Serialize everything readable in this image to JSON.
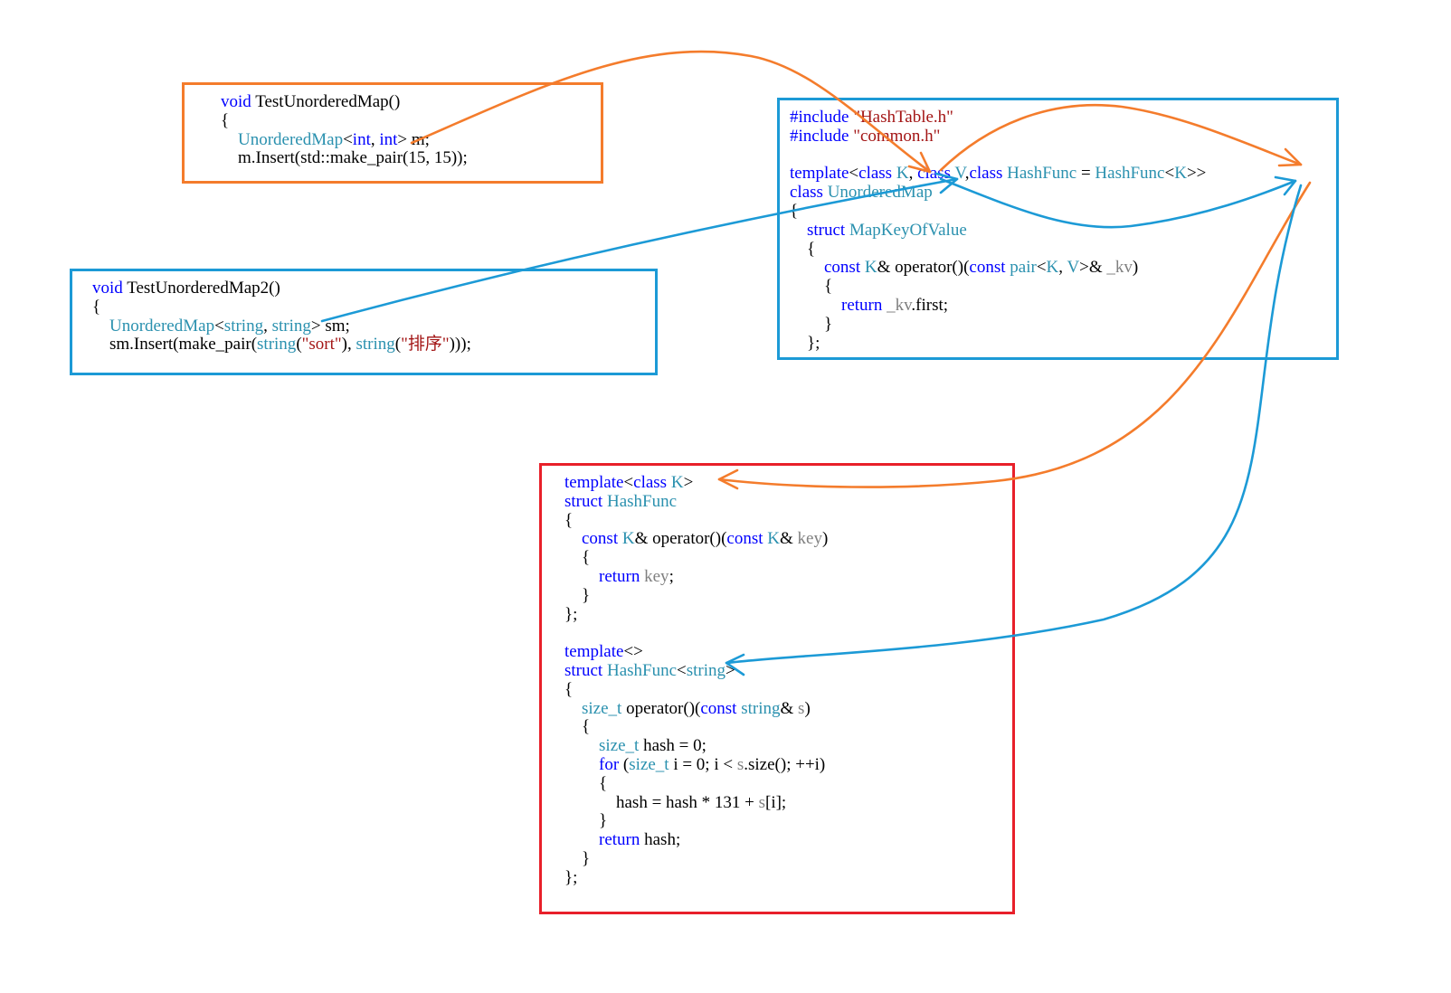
{
  "colors": {
    "orange": "#f47c2c",
    "blue": "#1c9ad6",
    "red": "#e8202a",
    "keyword": "#0000ff",
    "type": "#2b91af",
    "string": "#a31515",
    "param": "#808080",
    "text": "#000000"
  },
  "boxes": [
    {
      "id": "test-unordered-map",
      "border": "orange",
      "lines": [
        [
          {
            "t": "void",
            "c": "kw"
          },
          {
            "t": " TestUnorderedMap()",
            "c": "pu"
          }
        ],
        [
          {
            "t": "{",
            "c": "pu"
          }
        ],
        [
          {
            "t": "    ",
            "c": "pu"
          },
          {
            "t": "UnorderedMap",
            "c": "ty"
          },
          {
            "t": "<",
            "c": "pu"
          },
          {
            "t": "int",
            "c": "kw"
          },
          {
            "t": ", ",
            "c": "pu"
          },
          {
            "t": "int",
            "c": "kw"
          },
          {
            "t": "> m;",
            "c": "pu"
          }
        ],
        [
          {
            "t": "    m.Insert(std::make_pair(15, 15));",
            "c": "pu"
          }
        ]
      ]
    },
    {
      "id": "test-unordered-map2",
      "border": "blue",
      "lines": [
        [
          {
            "t": "void",
            "c": "kw"
          },
          {
            "t": " TestUnorderedMap2()",
            "c": "pu"
          }
        ],
        [
          {
            "t": "{",
            "c": "pu"
          }
        ],
        [
          {
            "t": "    ",
            "c": "pu"
          },
          {
            "t": "UnorderedMap",
            "c": "ty"
          },
          {
            "t": "<",
            "c": "pu"
          },
          {
            "t": "string",
            "c": "ty"
          },
          {
            "t": ", ",
            "c": "pu"
          },
          {
            "t": "string",
            "c": "ty"
          },
          {
            "t": "> sm;",
            "c": "pu"
          }
        ],
        [
          {
            "t": "    sm.Insert(make_pair(",
            "c": "pu"
          },
          {
            "t": "string",
            "c": "ty"
          },
          {
            "t": "(",
            "c": "pu"
          },
          {
            "t": "\"sort\"",
            "c": "st"
          },
          {
            "t": "), ",
            "c": "pu"
          },
          {
            "t": "string",
            "c": "ty"
          },
          {
            "t": "(",
            "c": "pu"
          },
          {
            "t": "\"排序\"",
            "c": "st"
          },
          {
            "t": ")));",
            "c": "pu"
          }
        ]
      ]
    },
    {
      "id": "unordered-map-class",
      "border": "blue",
      "lines": [
        [
          {
            "t": "#include",
            "c": "kw"
          },
          {
            "t": " ",
            "c": "pu"
          },
          {
            "t": "\"HashTable.h\"",
            "c": "st"
          }
        ],
        [
          {
            "t": "#include",
            "c": "kw"
          },
          {
            "t": " ",
            "c": "pu"
          },
          {
            "t": "\"common.h\"",
            "c": "st"
          }
        ],
        [
          {
            "t": "",
            "c": "pu"
          }
        ],
        [
          {
            "t": "template",
            "c": "kw"
          },
          {
            "t": "<",
            "c": "pu"
          },
          {
            "t": "class",
            "c": "kw"
          },
          {
            "t": " ",
            "c": "pu"
          },
          {
            "t": "K",
            "c": "ty"
          },
          {
            "t": ", ",
            "c": "pu"
          },
          {
            "t": "class",
            "c": "kw"
          },
          {
            "t": " ",
            "c": "pu"
          },
          {
            "t": "V",
            "c": "ty"
          },
          {
            "t": ",",
            "c": "pu"
          },
          {
            "t": "class",
            "c": "kw"
          },
          {
            "t": " ",
            "c": "pu"
          },
          {
            "t": "HashFunc",
            "c": "ty"
          },
          {
            "t": " = ",
            "c": "pu"
          },
          {
            "t": "HashFunc",
            "c": "ty"
          },
          {
            "t": "<",
            "c": "pu"
          },
          {
            "t": "K",
            "c": "ty"
          },
          {
            "t": ">>",
            "c": "pu"
          }
        ],
        [
          {
            "t": "class",
            "c": "kw"
          },
          {
            "t": " ",
            "c": "pu"
          },
          {
            "t": "UnorderedMap",
            "c": "ty"
          }
        ],
        [
          {
            "t": "{",
            "c": "pu"
          }
        ],
        [
          {
            "t": "    ",
            "c": "pu"
          },
          {
            "t": "struct",
            "c": "kw"
          },
          {
            "t": " ",
            "c": "pu"
          },
          {
            "t": "MapKeyOfValue",
            "c": "ty"
          }
        ],
        [
          {
            "t": "    {",
            "c": "pu"
          }
        ],
        [
          {
            "t": "        ",
            "c": "pu"
          },
          {
            "t": "const",
            "c": "kw"
          },
          {
            "t": " ",
            "c": "pu"
          },
          {
            "t": "K",
            "c": "ty"
          },
          {
            "t": "& operator()(",
            "c": "pu"
          },
          {
            "t": "const",
            "c": "kw"
          },
          {
            "t": " ",
            "c": "pu"
          },
          {
            "t": "pair",
            "c": "ty"
          },
          {
            "t": "<",
            "c": "pu"
          },
          {
            "t": "K",
            "c": "ty"
          },
          {
            "t": ", ",
            "c": "pu"
          },
          {
            "t": "V",
            "c": "ty"
          },
          {
            "t": ">& ",
            "c": "pu"
          },
          {
            "t": "_kv",
            "c": "pm"
          },
          {
            "t": ")",
            "c": "pu"
          }
        ],
        [
          {
            "t": "        {",
            "c": "pu"
          }
        ],
        [
          {
            "t": "            ",
            "c": "pu"
          },
          {
            "t": "return",
            "c": "kw"
          },
          {
            "t": " ",
            "c": "pu"
          },
          {
            "t": "_kv",
            "c": "pm"
          },
          {
            "t": ".first;",
            "c": "pu"
          }
        ],
        [
          {
            "t": "        }",
            "c": "pu"
          }
        ],
        [
          {
            "t": "    };",
            "c": "pu"
          }
        ]
      ]
    },
    {
      "id": "hash-func",
      "border": "red",
      "lines": [
        [
          {
            "t": "template",
            "c": "kw"
          },
          {
            "t": "<",
            "c": "pu"
          },
          {
            "t": "class",
            "c": "kw"
          },
          {
            "t": " ",
            "c": "pu"
          },
          {
            "t": "K",
            "c": "ty"
          },
          {
            "t": ">",
            "c": "pu"
          }
        ],
        [
          {
            "t": "struct",
            "c": "kw"
          },
          {
            "t": " ",
            "c": "pu"
          },
          {
            "t": "HashFunc",
            "c": "ty"
          }
        ],
        [
          {
            "t": "{",
            "c": "pu"
          }
        ],
        [
          {
            "t": "    ",
            "c": "pu"
          },
          {
            "t": "const",
            "c": "kw"
          },
          {
            "t": " ",
            "c": "pu"
          },
          {
            "t": "K",
            "c": "ty"
          },
          {
            "t": "& operator()(",
            "c": "pu"
          },
          {
            "t": "const",
            "c": "kw"
          },
          {
            "t": " ",
            "c": "pu"
          },
          {
            "t": "K",
            "c": "ty"
          },
          {
            "t": "& ",
            "c": "pu"
          },
          {
            "t": "key",
            "c": "pm"
          },
          {
            "t": ")",
            "c": "pu"
          }
        ],
        [
          {
            "t": "    {",
            "c": "pu"
          }
        ],
        [
          {
            "t": "        ",
            "c": "pu"
          },
          {
            "t": "return",
            "c": "kw"
          },
          {
            "t": " ",
            "c": "pu"
          },
          {
            "t": "key",
            "c": "pm"
          },
          {
            "t": ";",
            "c": "pu"
          }
        ],
        [
          {
            "t": "    }",
            "c": "pu"
          }
        ],
        [
          {
            "t": "};",
            "c": "pu"
          }
        ],
        [
          {
            "t": "",
            "c": "pu"
          }
        ],
        [
          {
            "t": "template",
            "c": "kw"
          },
          {
            "t": "<>",
            "c": "pu"
          }
        ],
        [
          {
            "t": "struct",
            "c": "kw"
          },
          {
            "t": " ",
            "c": "pu"
          },
          {
            "t": "HashFunc",
            "c": "ty"
          },
          {
            "t": "<",
            "c": "pu"
          },
          {
            "t": "string",
            "c": "ty"
          },
          {
            "t": ">",
            "c": "pu"
          }
        ],
        [
          {
            "t": "{",
            "c": "pu"
          }
        ],
        [
          {
            "t": "    ",
            "c": "pu"
          },
          {
            "t": "size_t",
            "c": "ty"
          },
          {
            "t": " operator()(",
            "c": "pu"
          },
          {
            "t": "const",
            "c": "kw"
          },
          {
            "t": " ",
            "c": "pu"
          },
          {
            "t": "string",
            "c": "ty"
          },
          {
            "t": "& ",
            "c": "pu"
          },
          {
            "t": "s",
            "c": "pm"
          },
          {
            "t": ")",
            "c": "pu"
          }
        ],
        [
          {
            "t": "    {",
            "c": "pu"
          }
        ],
        [
          {
            "t": "        ",
            "c": "pu"
          },
          {
            "t": "size_t",
            "c": "ty"
          },
          {
            "t": " hash = 0;",
            "c": "pu"
          }
        ],
        [
          {
            "t": "        ",
            "c": "pu"
          },
          {
            "t": "for",
            "c": "kw"
          },
          {
            "t": " (",
            "c": "pu"
          },
          {
            "t": "size_t",
            "c": "ty"
          },
          {
            "t": " i = 0; i < ",
            "c": "pu"
          },
          {
            "t": "s",
            "c": "pm"
          },
          {
            "t": ".size(); ++i)",
            "c": "pu"
          }
        ],
        [
          {
            "t": "        {",
            "c": "pu"
          }
        ],
        [
          {
            "t": "            hash = hash * 131 + ",
            "c": "pu"
          },
          {
            "t": "s",
            "c": "pm"
          },
          {
            "t": "[i];",
            "c": "pu"
          }
        ],
        [
          {
            "t": "        }",
            "c": "pu"
          }
        ],
        [
          {
            "t": "        ",
            "c": "pu"
          },
          {
            "t": "return",
            "c": "kw"
          },
          {
            "t": " hash;",
            "c": "pu"
          }
        ],
        [
          {
            "t": "    }",
            "c": "pu"
          }
        ],
        [
          {
            "t": "};",
            "c": "pu"
          }
        ]
      ]
    }
  ],
  "arrows": [
    {
      "id": "int-to-template-k",
      "color": "orange",
      "from": "TestUnorderedMap int argument",
      "to": "UnorderedMap template parameter K"
    },
    {
      "id": "k-to-hashfunc-default",
      "color": "orange",
      "from": "template parameter K",
      "to": "HashFunc<K> default argument"
    },
    {
      "id": "hashfunc-k-to-generic",
      "color": "orange",
      "from": "HashFunc<K> default argument",
      "to": "template<class K> struct HashFunc"
    },
    {
      "id": "string-to-template-k",
      "color": "blue",
      "from": "TestUnorderedMap2 string argument",
      "to": "UnorderedMap template parameter K"
    },
    {
      "id": "k-to-hashfunc-default-string",
      "color": "blue",
      "from": "template parameter K",
      "to": "HashFunc<K> default argument"
    },
    {
      "id": "hashfunc-k-to-string-specialization",
      "color": "blue",
      "from": "HashFunc<K> default argument",
      "to": "struct HashFunc<string>"
    }
  ]
}
